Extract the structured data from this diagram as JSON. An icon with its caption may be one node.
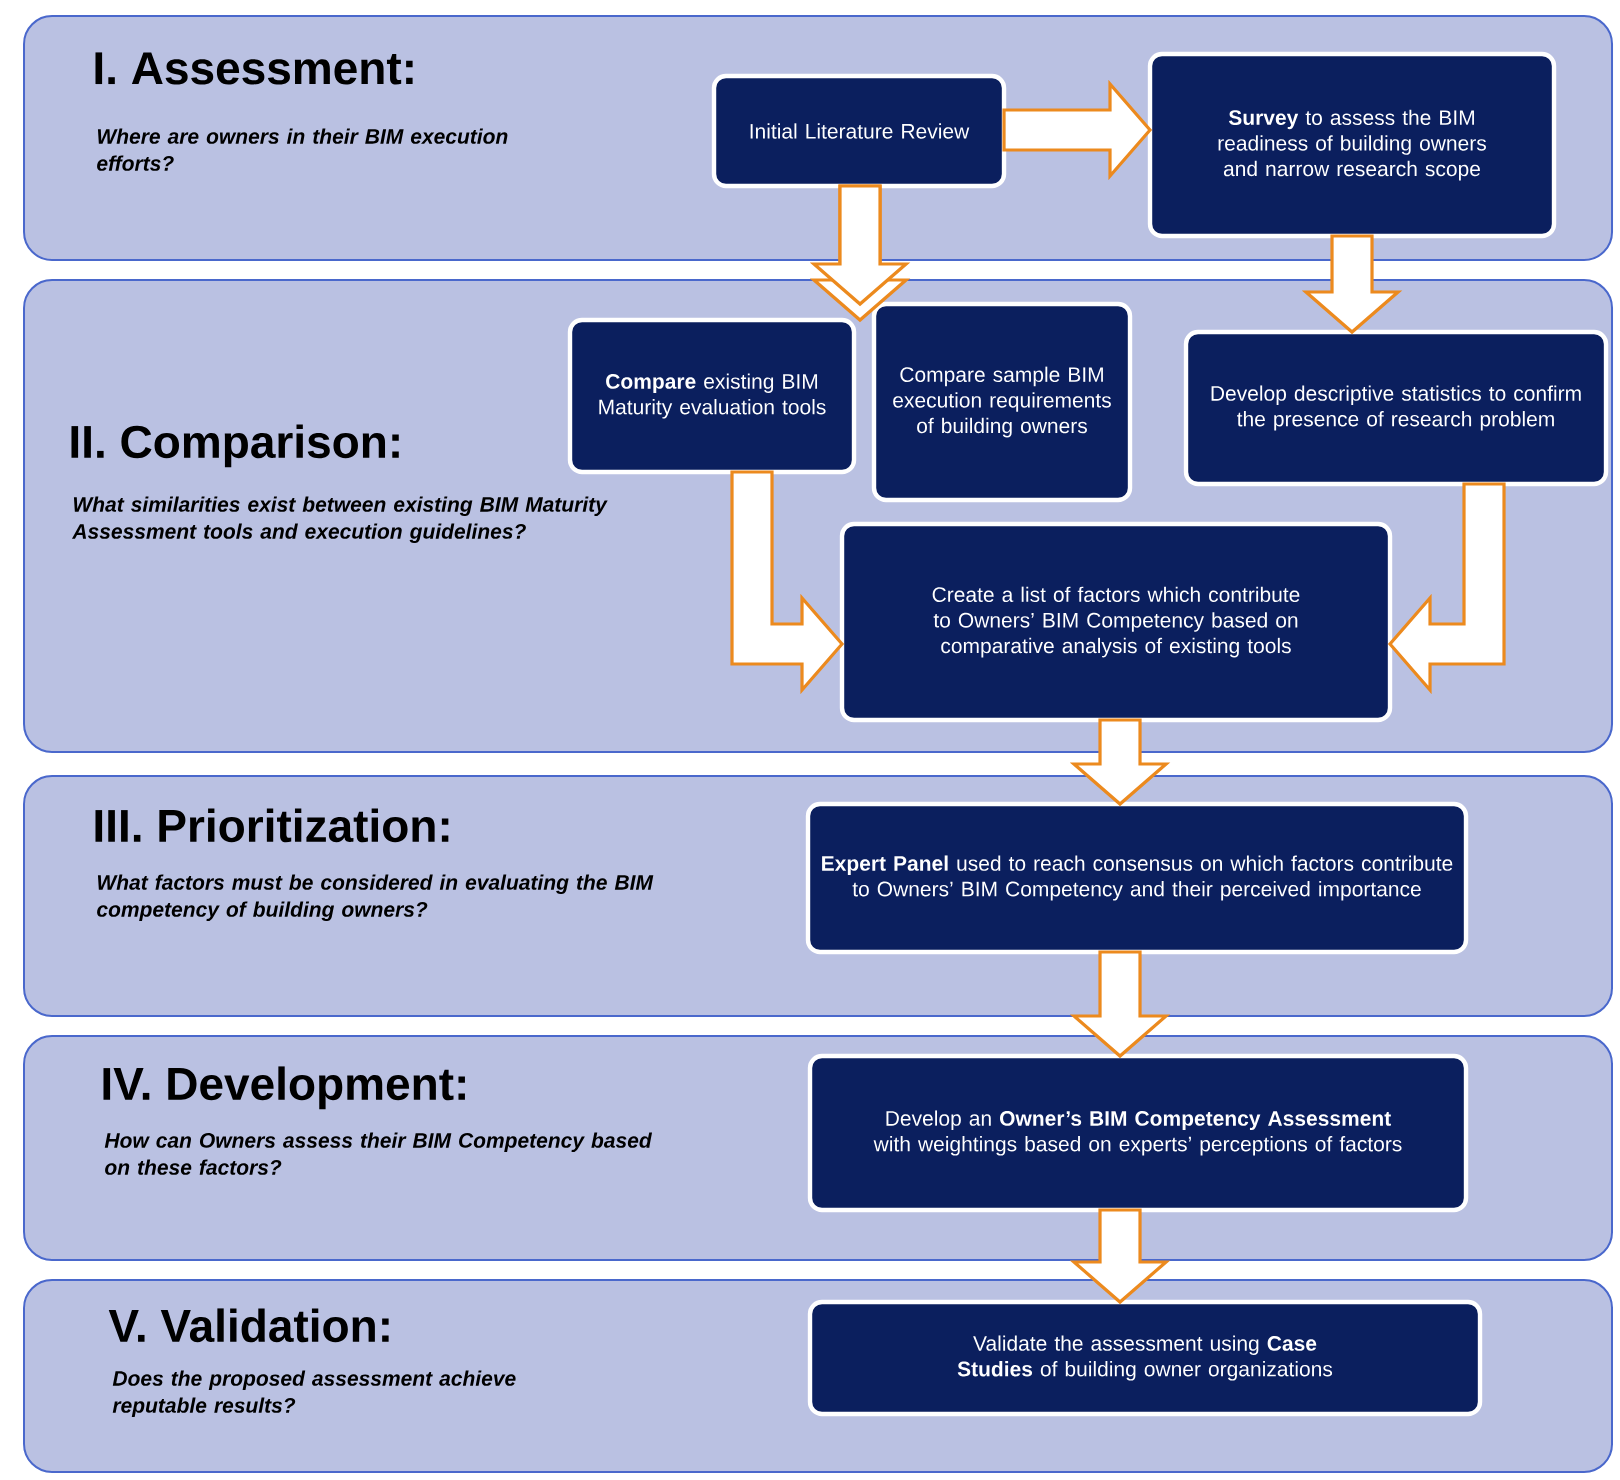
{
  "diagram": {
    "nodes": [
      {
        "text": [
          "I. Assessment:",
          "Where are owners in their BIM execution efforts?"
        ]
      },
      {
        "text": [
          "Initial Literature Review"
        ],
        "in": 0
      },
      {
        "text": [
          "**Survey** to assess the BIM readiness of building owners and narrow research scope"
        ],
        "in": 0
      },
      {
        "text": [
          "II. Comparison:",
          "What similarities exist between existing BIM Maturity Assessment tools and execution guidelines?"
        ]
      },
      {
        "text": [
          "**Compare** existing BIM Maturity evaluation tools"
        ],
        "in": 3
      },
      {
        "text": [
          "Compare sample BIM execution requirements of building owners"
        ],
        "in": 3
      },
      {
        "text": [
          "Develop descriptive statistics to confirm the presence of research problem"
        ],
        "in": 3
      },
      {
        "text": [
          "Create a list of factors which contribute to Owners’ BIM Competency based on comparative analysis of existing tools"
        ],
        "in": 3
      },
      {
        "text": [
          "III. Prioritization:",
          "What factors must be considered in evaluating the BIM competency of building owners?"
        ]
      },
      {
        "text": [
          "**Expert Panel** used to reach consensus on which factors contribute to Owners’ BIM Competency and their perceived importance"
        ],
        "in": 8
      },
      {
        "text": [
          "IV. Development:",
          "How can Owners assess their BIM Competency based on these factors?"
        ]
      },
      {
        "text": [
          "Develop an **Owner’s BIM Competency Assessment** with weightings based on experts’ perceptions of factors"
        ],
        "in": 10
      },
      {
        "text": [
          "V. Validation:",
          "Does the proposed assessment achieve reputable results?"
        ]
      },
      {
        "text": [
          "Validate the assessment using **Case Studies** of building owner organizations"
        ],
        "in": 12
      }
    ],
    "edges": [
      {
        "from": 1,
        "to": 4,
        "arrow": "to"
      },
      {
        "from": 1,
        "to": 5,
        "arrow": "to"
      },
      {
        "from": 1,
        "to": 2,
        "arrow": "to"
      },
      {
        "from": 2,
        "to": 6,
        "arrow": "to"
      },
      {
        "from": 4,
        "to": 7,
        "arrow": "to"
      },
      {
        "from": 6,
        "to": 7,
        "arrow": "to"
      },
      {
        "from": 7,
        "to": 9,
        "arrow": "to"
      },
      {
        "from": 9,
        "to": 11,
        "arrow": "to"
      },
      {
        "from": 11,
        "to": 13,
        "arrow": "to"
      }
    ]
  }
}
